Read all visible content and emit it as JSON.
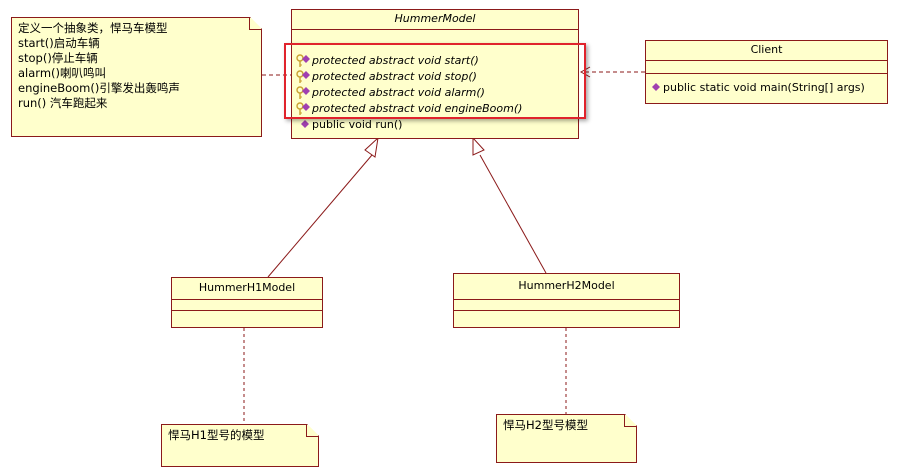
{
  "diagram": {
    "abstract_class": {
      "name": "HummerModel",
      "operations": [
        {
          "text": "protected abstract void start()",
          "visibility": "protected",
          "italic": true
        },
        {
          "text": "protected abstract void stop()",
          "visibility": "protected",
          "italic": true
        },
        {
          "text": "protected abstract void alarm()",
          "visibility": "protected",
          "italic": true
        },
        {
          "text": "protected abstract void engineBoom()",
          "visibility": "protected",
          "italic": true
        },
        {
          "text": "public void run()",
          "visibility": "public",
          "italic": false
        }
      ]
    },
    "client": {
      "name": "Client",
      "operations": [
        {
          "text": "public static void main(String[] args)",
          "visibility": "public"
        }
      ]
    },
    "subclass_h1": {
      "name": "HummerH1Model"
    },
    "subclass_h2": {
      "name": "HummerH2Model"
    },
    "note_main": {
      "lines": [
        "定义一个抽象类，悍马车模型",
        "start()启动车辆",
        "stop()停止车辆",
        "alarm()喇叭鸣叫",
        "engineBoom()引擎发出轰鸣声",
        "run() 汽车跑起来"
      ]
    },
    "note_h1": {
      "text": "悍马H1型号的模型"
    },
    "note_h2": {
      "text": "悍马H2型号模型"
    },
    "colors": {
      "fill": "#ffffcc",
      "border": "#8b1a1a",
      "highlight": "#e0232c",
      "method_icon": "#a040b0",
      "key_icon": "#c8a030"
    },
    "icons": {
      "protected": "key-lock-icon",
      "public": "purple-diamond-icon"
    }
  }
}
